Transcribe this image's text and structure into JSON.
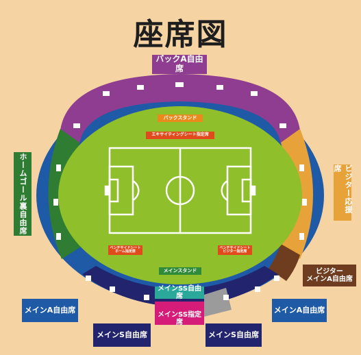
{
  "title": "座席図",
  "labels": {
    "back_a": "バックA自由席",
    "home_goal": "ホームゴール裏自由席",
    "visitor_cheer": "ビジター応援席",
    "visitor_main_a": "ビジター\nメインA自由席",
    "main_a_left": "メインA自由席",
    "main_a_right": "メインA自由席",
    "main_ss_free": "メインSS自由席",
    "main_ss_reserved": "メインSS指定席",
    "main_s_left": "メインS自由席",
    "main_s_right": "メインS自由席"
  },
  "field": {
    "back_stand": "バックスタンド",
    "excitement_seat": "エキサイティングシート指定席",
    "bench_home": "ベンチサイドシート\nホーム指定席",
    "bench_visitor": "ベンチサイドシート\nビジター指定席",
    "main_stand": "メインスタンド"
  },
  "colors": {
    "background": "#f6d3a2",
    "back_purple": "#8e3d90",
    "home_green": "#2e7d32",
    "visitor_orange": "#e8a23a",
    "visitor_brown": "#6e3c1e",
    "main_blue": "#1f5aa6",
    "main_navy": "#22256e",
    "main_teal": "#2aa89a",
    "main_pink": "#d41c78",
    "pitch": "#8fbf2a",
    "label_orange": "#e98a1c",
    "label_red": "#e04a1c",
    "label_green": "#2f8a3a"
  }
}
